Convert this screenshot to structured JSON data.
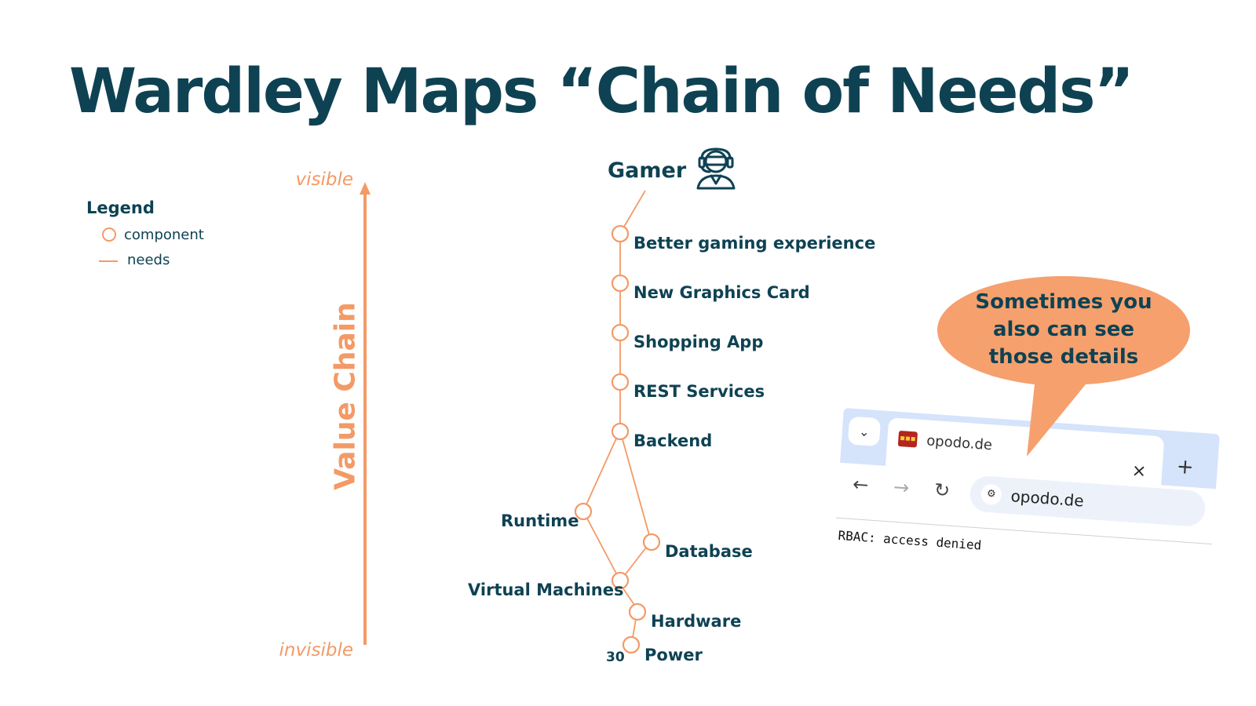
{
  "title": "Wardley Maps “Chain of Needs”",
  "legend": {
    "title": "Legend",
    "component": "component",
    "needs": "needs"
  },
  "axis": {
    "top": "visible",
    "bottom": "invisible",
    "label": "Value Chain"
  },
  "user": {
    "label": "Gamer",
    "icon": "gamer-headset-icon"
  },
  "nodes": [
    "Better gaming experience",
    "New Graphics Card",
    "Shopping App",
    "REST Services",
    "Backend",
    "Runtime",
    "Database",
    "Virtual Machines",
    "Hardware",
    "Power"
  ],
  "page_number": "30",
  "callout": "Sometimes you also can see those details",
  "browser": {
    "tab_title": "opodo.de",
    "url": "opodo.de",
    "content": "RBAC: access denied",
    "close": "×",
    "new_tab": "+"
  },
  "colors": {
    "accent": "#f39a66",
    "text": "#0e4253",
    "callout_fill": "#f6a06e"
  }
}
